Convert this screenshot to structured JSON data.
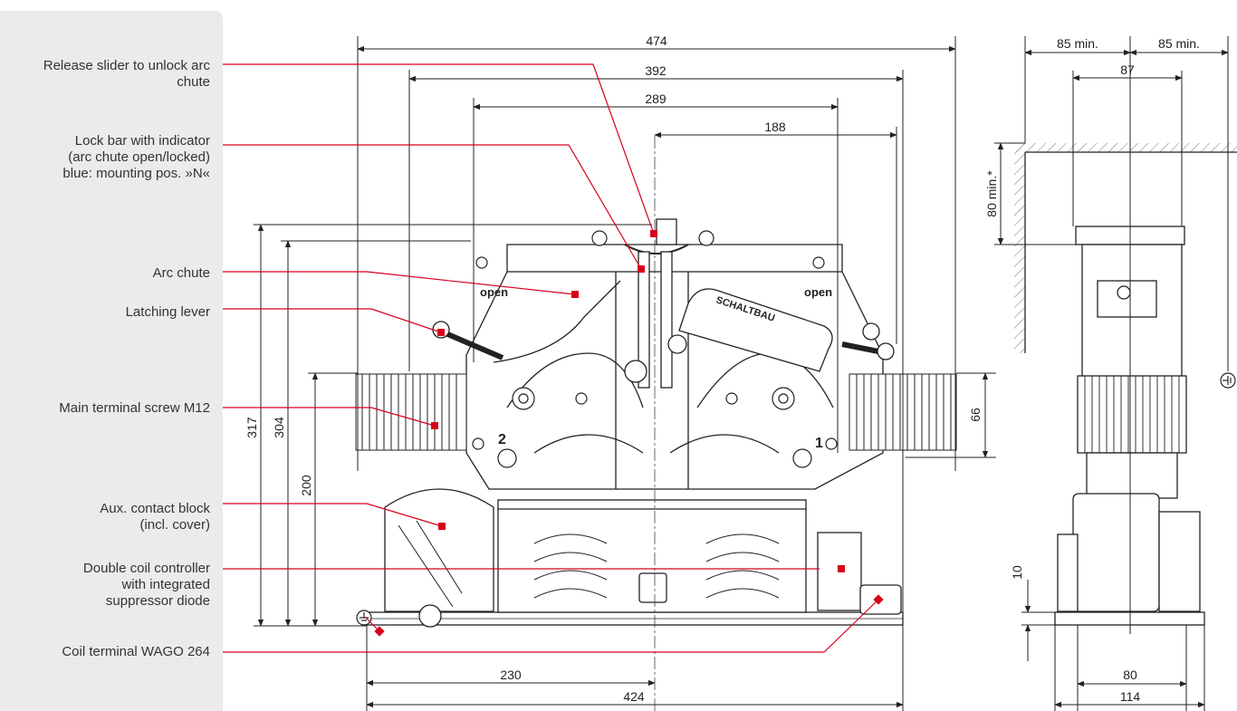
{
  "callouts": [
    {
      "lines": [
        "Release slider to unlock arc",
        "chute"
      ]
    },
    {
      "lines": [
        "Lock bar with indicator",
        "(arc chute open/locked)",
        "blue: mounting pos. »N«"
      ]
    },
    {
      "lines": [
        "Arc chute"
      ]
    },
    {
      "lines": [
        "Latching lever"
      ]
    },
    {
      "lines": [
        "Main terminal screw M12"
      ]
    },
    {
      "lines": [
        "Aux. contact block",
        "(incl. cover)"
      ]
    },
    {
      "lines": [
        "Double coil controller",
        "with integrated",
        "suppressor diode"
      ]
    },
    {
      "lines": [
        "Coil terminal WAGO 264"
      ]
    }
  ],
  "dimensions": {
    "front": {
      "w474": "474",
      "w392": "392",
      "w289": "289",
      "w188": "188",
      "h317": "317",
      "h304": "304",
      "h200": "200",
      "h66": "66",
      "w230": "230",
      "w424": "424"
    },
    "side": {
      "c85a": "85 min.",
      "c85b": "85 min.",
      "w87": "87",
      "h80": "80 min.*",
      "h10": "10",
      "w80": "80",
      "w114": "114"
    }
  },
  "device": {
    "brand": "SCHALTBAU",
    "open_left": "open",
    "open_right": "open",
    "terminal_1": "1",
    "terminal_2": "2"
  },
  "colors": {
    "accent": "#d6001c",
    "line": "#222222",
    "sidebar": "#ebebeb"
  },
  "icons": [
    "ground-icon"
  ]
}
